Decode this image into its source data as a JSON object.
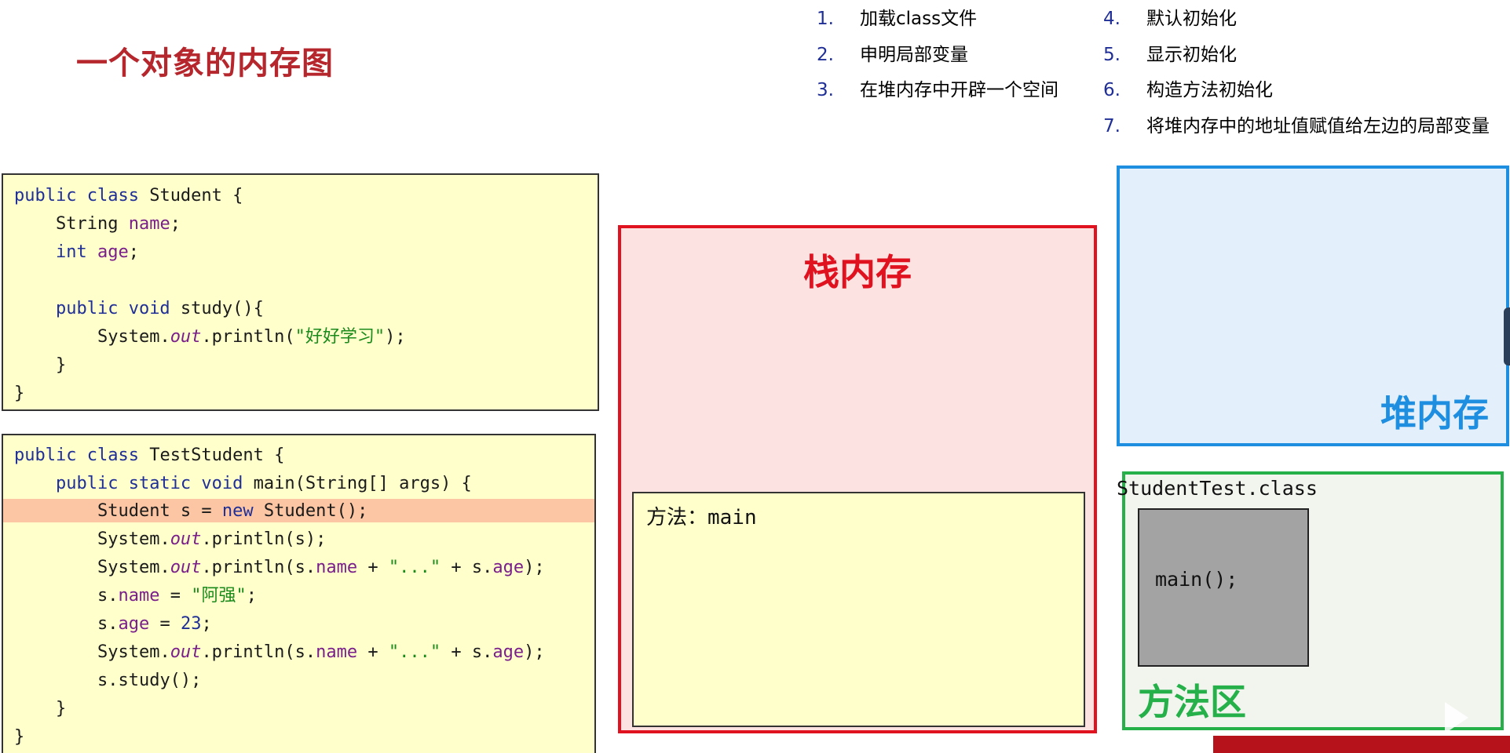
{
  "title": "一个对象的内存图",
  "steps": [
    {
      "num": "1.",
      "text": "加载class文件"
    },
    {
      "num": "2.",
      "text": "申明局部变量"
    },
    {
      "num": "3.",
      "text": "在堆内存中开辟一个空间"
    },
    {
      "num": "4.",
      "text": "默认初始化"
    },
    {
      "num": "5.",
      "text": "显示初始化"
    },
    {
      "num": "6.",
      "text": "构造方法初始化"
    },
    {
      "num": "7.",
      "text": "将堆内存中的地址值赋值给左边的局部变量"
    }
  ],
  "code_student": {
    "l1_kw": "public class",
    "l1_rest": " Student {",
    "l2_type": "String",
    "l2_field": "name",
    "l3_kw": "int",
    "l3_field": "age",
    "l5_kw": "public void",
    "l5_rest": " study(){",
    "l6_a": "System.",
    "l6_out": "out",
    "l6_b": ".println(",
    "l6_str": "\"好好学习\"",
    "l6_c": ");",
    "l7": "}",
    "l8": "}"
  },
  "code_test": {
    "l1_kw": "public class",
    "l1_rest": " TestStudent {",
    "l2_kw": "public static void",
    "l2_rest": " main(String[] args) {",
    "l3_a": "Student s = ",
    "l3_kw": "new",
    "l3_b": " Student();",
    "l4_a": "System.",
    "l4_out": "out",
    "l4_b": ".println(s);",
    "l5_a": "System.",
    "l5_out": "out",
    "l5_b": ".println(s.",
    "l5_name": "name",
    "l5_c": " + ",
    "l5_str": "\"...\"",
    "l5_d": " + s.",
    "l5_age": "age",
    "l5_e": ");",
    "l6_a": "s.",
    "l6_name": "name",
    "l6_b": " = ",
    "l6_str": "\"阿强\"",
    "l6_c": ";",
    "l7_a": "s.",
    "l7_age": "age",
    "l7_b": " = ",
    "l7_num": "23",
    "l7_c": ";",
    "l8_a": "System.",
    "l8_out": "out",
    "l8_b": ".println(s.",
    "l8_name": "name",
    "l8_c": " + ",
    "l8_str": "\"...\"",
    "l8_d": " + s.",
    "l8_age": "age",
    "l8_e": ");",
    "l9": "s.study();",
    "l10": "}",
    "l11": "}"
  },
  "stack": {
    "title": "栈内存",
    "frame_label": "方法：main"
  },
  "heap": {
    "title": "堆内存"
  },
  "method_area": {
    "title": "方法区",
    "class_label": "StudentTest.class",
    "method_label": "main();"
  },
  "colors": {
    "title": "#b5272d",
    "stack": "#e0121f",
    "heap": "#1e8fe0",
    "method_area": "#25b04a",
    "highlight": "#fcc5a3"
  },
  "icons": [
    "play-icon"
  ]
}
